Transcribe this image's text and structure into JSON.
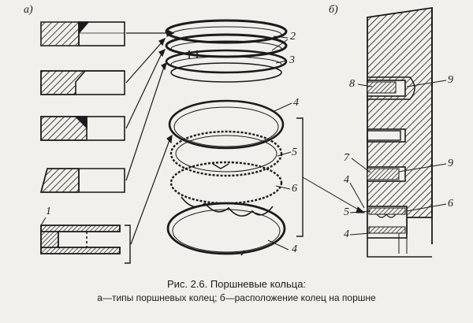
{
  "figure": {
    "panel_a_label": "а)",
    "panel_b_label": "б)",
    "ring_types_callout": "1",
    "ring_callouts": [
      "2",
      "3",
      "4",
      "5",
      "6",
      "4"
    ],
    "piston_callouts": [
      "8",
      "9",
      "7",
      "9",
      "4",
      "5",
      "6",
      "4"
    ]
  },
  "caption": {
    "title": "Рис. 2.6. Поршневые кольца:",
    "legend": "а—типы поршневых колец; б—расположение колец на поршне"
  }
}
